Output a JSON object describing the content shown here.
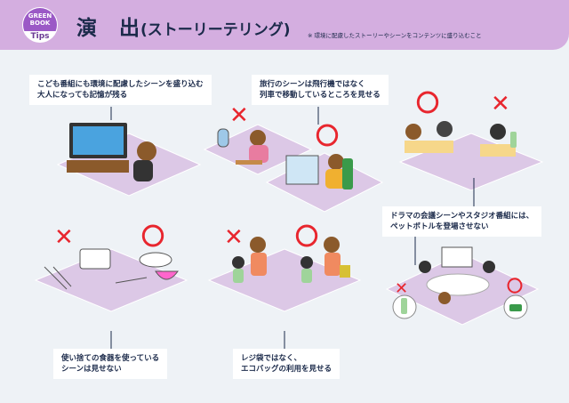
{
  "header": {
    "logo": {
      "line1": "GREEN",
      "line2": "BOOK",
      "line3": "Tips"
    },
    "title": "演　出",
    "title_sub": "(ストーリーテリング)",
    "note": "※ 環境に配慮したストーリーやシーンをコンテンツに盛り込むこと"
  },
  "captions": [
    {
      "line1": "こども番組にも環境に配慮したシーンを盛り込む",
      "line2": "大人になっても記憶が残る"
    },
    {
      "line1": "旅行のシーンは飛行機ではなく",
      "line2": "列車で移動しているところを見せる"
    },
    {
      "line1": "ドラマの会議シーンやスタジオ番組には、",
      "line2": "ペットボトルを登場させない"
    },
    {
      "line1": "使い捨ての食器を使っている",
      "line2": "シーンは見せない"
    },
    {
      "line1": "レジ袋ではなく、",
      "line2": "エコバッグの利用を見せる"
    }
  ],
  "marks": {
    "ok": "〇",
    "ng": "✕"
  },
  "colors": {
    "header": "#d4aee0",
    "platform": "#dcc8e6",
    "mark": "#e8262e",
    "navy": "#1b2a4a"
  }
}
